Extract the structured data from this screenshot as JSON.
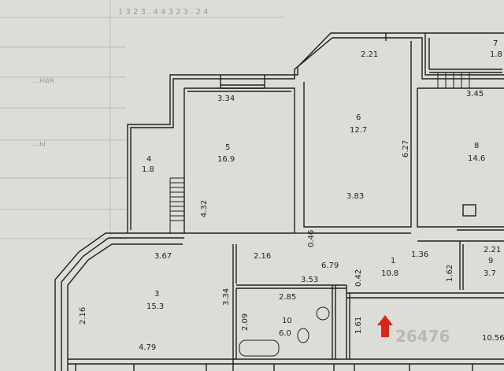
{
  "plan": {
    "background_color": "#dcddd9",
    "line_color": "#1e1e1e",
    "marker_color": "#d9271d",
    "rooms": [
      {
        "id": "room-4",
        "number": "4",
        "area": "1.8"
      },
      {
        "id": "room-5",
        "number": "5",
        "area": "16.9"
      },
      {
        "id": "room-6",
        "number": "6",
        "area": "12.7"
      },
      {
        "id": "room-7",
        "number": "7",
        "area": "1.8"
      },
      {
        "id": "room-8",
        "number": "8",
        "area": "14.6"
      },
      {
        "id": "room-1",
        "number": "1",
        "area": "10.8"
      },
      {
        "id": "room-9",
        "number": "9",
        "area": "3.7"
      },
      {
        "id": "room-3",
        "number": "3",
        "area": "15.3"
      },
      {
        "id": "room-10",
        "number": "10",
        "area": "6.0"
      }
    ],
    "dimensions": {
      "d_221_top": "2.21",
      "d_334": "3.34",
      "d_345": "3.45",
      "d_627": "6.27",
      "d_383": "3.83",
      "d_432": "4.32",
      "d_046": "0.46",
      "d_367": "3.67",
      "d_216_h": "2.16",
      "d_679": "6.79",
      "d_136": "1.36",
      "d_162": "1.62",
      "d_221_right": "2.21",
      "d_353": "3.53",
      "d_042": "0.42",
      "d_334_v": "3.34",
      "d_216_v": "2.16",
      "d_285": "2.85",
      "d_209": "2.09",
      "d_161": "1.61",
      "d_479": "4.79",
      "d_1056": "10.56"
    },
    "background_text": {
      "top_nums": "1 3 2 3 . 4 4   3 2 3 . 2 4",
      "side_a": "…ная",
      "side_b": "…ы"
    },
    "watermark": "26476"
  }
}
